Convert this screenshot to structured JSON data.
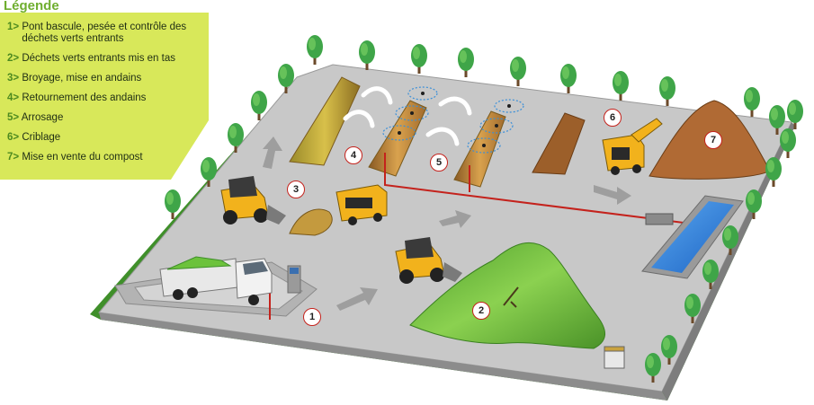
{
  "legend": {
    "title": "Légende",
    "items": [
      {
        "num": "1>",
        "text": "Pont bascule, pesée et contrôle des déchets verts entrants"
      },
      {
        "num": "2>",
        "text": "Déchets verts entrants mis en tas"
      },
      {
        "num": "3>",
        "text": "Broyage, mise en andains"
      },
      {
        "num": "4>",
        "text": "Retournement des andains"
      },
      {
        "num": "5>",
        "text": "Arrosage"
      },
      {
        "num": "6>",
        "text": "Criblage"
      },
      {
        "num": "7>",
        "text": "Mise en vente du compost"
      }
    ]
  },
  "markers": [
    "1",
    "2",
    "3",
    "4",
    "5",
    "6",
    "7"
  ],
  "colors": {
    "legend_bg": "#d8e85a",
    "title": "#6fae2f",
    "ground": "#c9c9c9",
    "border_green": "#6cb33f",
    "marker_ring": "#c4221c",
    "water": "#2f7fd8",
    "vehicle": "#f2b21c",
    "pipe": "#c4221c",
    "compost": "#c68a3e",
    "green_waste": "#77c442",
    "tree": "#3fa548"
  }
}
